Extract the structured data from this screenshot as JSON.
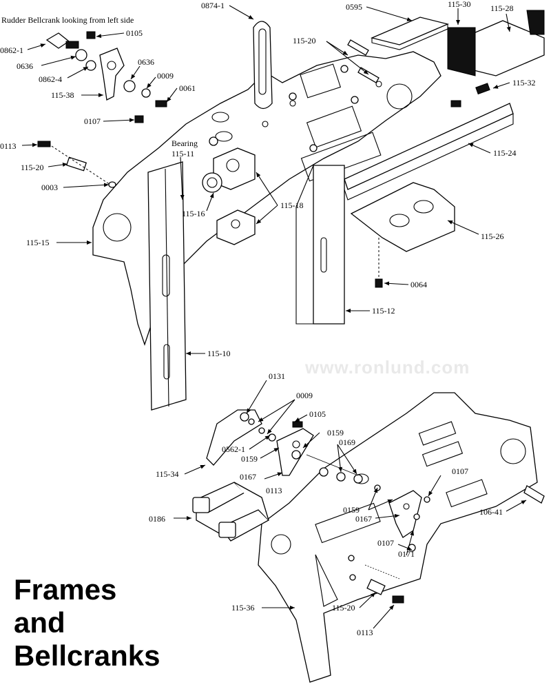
{
  "caption": "Rudder Bellcrank looking from left side",
  "watermark": "www.ronlund.com",
  "title_lines": [
    "Frames",
    "and",
    "Bellcranks"
  ],
  "labels": {
    "l0874_1": "0874-1",
    "l0595": "0595",
    "l115_30": "115-30",
    "l115_28": "115-28",
    "l0105_top": "0105",
    "l115_20_top": "115-20",
    "l0862_1": "0862-1",
    "l0636_left": "0636",
    "l0636_right": "0636",
    "l0862_4": "0862-4",
    "l0009_top": "0009",
    "l0061": "0061",
    "l115_38": "115-38",
    "l115_32": "115-32",
    "l0107_top": "0107",
    "l0113_left": "0113",
    "l115_24": "115-24",
    "bearing": "Bearing",
    "l115_11": "115-11",
    "l115_20_left": "115-20",
    "l0003": "0003",
    "l115_18": "115-18",
    "l115_16": "115-16",
    "l115_26": "115-26",
    "l115_15": "115-15",
    "l0064": "0064",
    "l115_12": "115-12",
    "l115_10": "115-10",
    "l0131": "0131",
    "l0009_bottom": "0009",
    "l0105_bottom": "0105",
    "l0562_1": "0562-1",
    "l0159_a": "0159",
    "l0169": "0169",
    "l0159_b": "0159",
    "l0167_a": "0167",
    "l115_34": "115-34",
    "l0113_mid": "0113",
    "l0107_r1": "0107",
    "l0186": "0186",
    "l0159_c": "0159",
    "l0167_b": "0167",
    "l106_41": "106-41",
    "l0107_r2": "0107",
    "l0171": "0171",
    "l115_36": "115-36",
    "l115_20_bottom": "115-20",
    "l0113_bottom": "0113"
  }
}
